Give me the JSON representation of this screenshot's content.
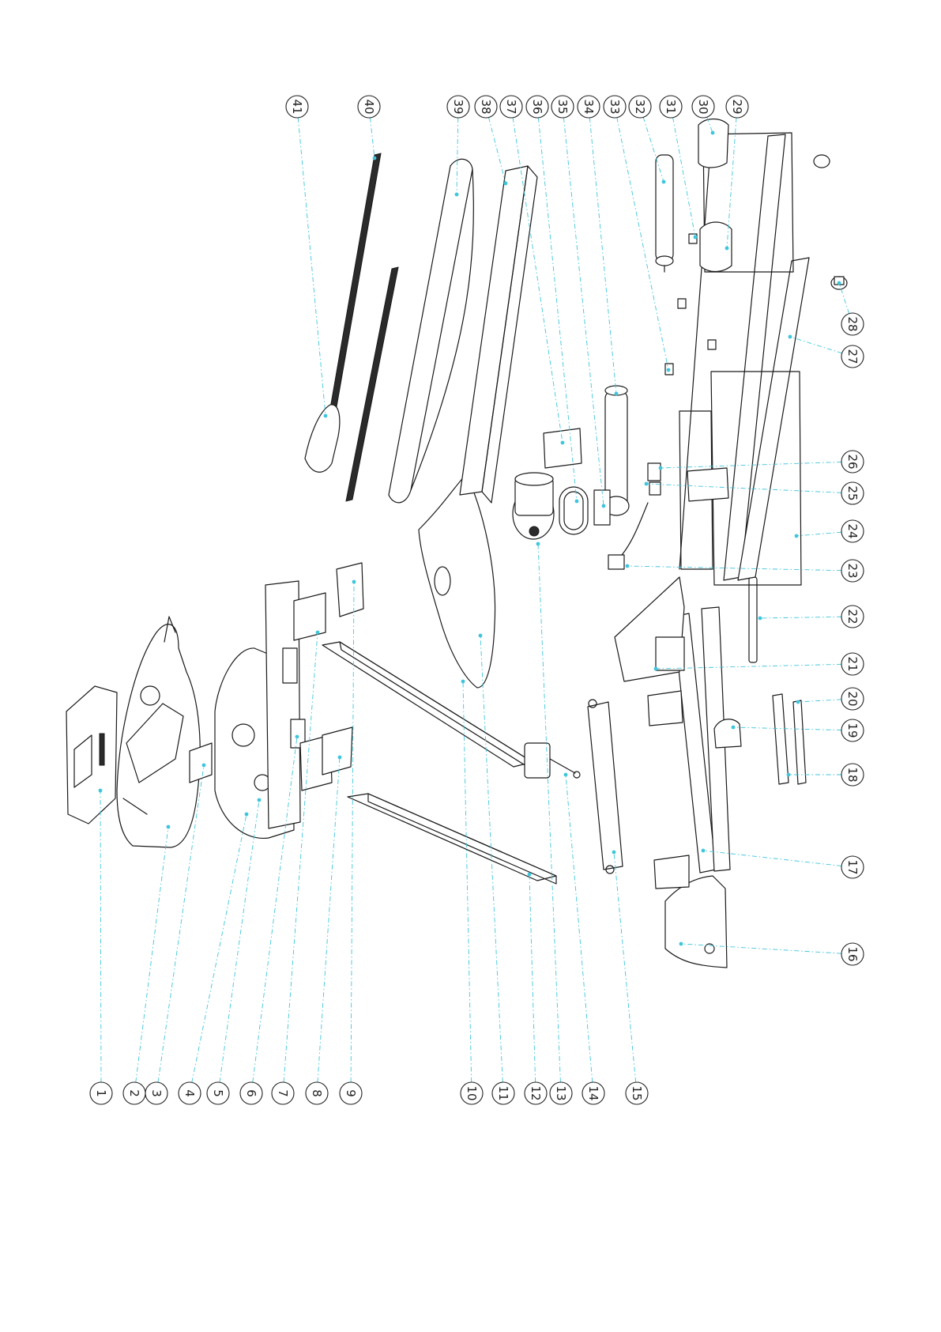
{
  "diagram": {
    "type": "exploded-parts-drawing",
    "part_numbers": [
      "1",
      "2",
      "3",
      "4",
      "5",
      "6",
      "7",
      "8",
      "9",
      "10",
      "11",
      "12",
      "13",
      "14",
      "15",
      "16",
      "17",
      "18",
      "19",
      "20",
      "21",
      "22",
      "23",
      "24",
      "25",
      "26",
      "27",
      "28",
      "29",
      "30",
      "31",
      "32",
      "33",
      "34",
      "35",
      "36",
      "37",
      "38",
      "39",
      "40",
      "41"
    ]
  },
  "colors": {
    "linework": "#1a1a1a",
    "leader_lines": "#3ec6dc",
    "background": "#ffffff"
  }
}
